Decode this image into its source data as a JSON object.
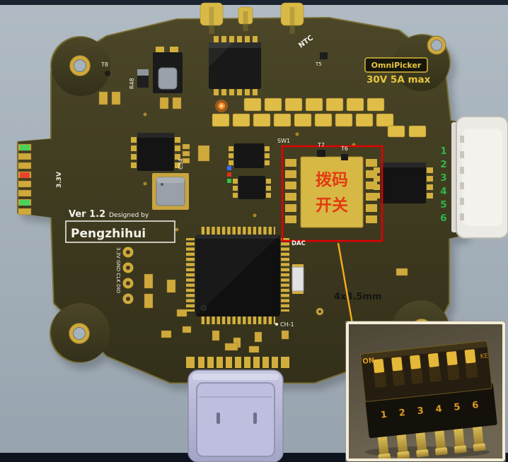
{
  "colors": {
    "board_olive": "#3e3a1f",
    "pad_gold": "#d2af3d",
    "annotation_red": "#e40000",
    "callout_yellow": "#f2a81c",
    "pin_number_green": "#2cb64c",
    "silkscreen_white": "#f2f2ea",
    "badge_yellow": "#e6c53e",
    "usb_lavender": "#b9b9d9"
  },
  "board": {
    "silkscreen": {
      "version": "Ver 1.2",
      "designed_by": "Designed by",
      "designer": "Pengzhihui",
      "rail_33v": "3.3V",
      "prog_pins": "3.3V GND CLK DIO",
      "labels": {
        "t8": "T8",
        "r48": "R48",
        "c54": "C54",
        "sw1": "SW1",
        "t7": "T7",
        "t6": "T6",
        "t5": "T5",
        "ntc": "NTC",
        "dac": "DAC",
        "ch1": "CH-1"
      }
    },
    "badge": {
      "brand": "OmniPicker",
      "rating": "30V 5A max"
    },
    "connector_pins": [
      "1",
      "2",
      "3",
      "4",
      "5",
      "6"
    ]
  },
  "annotations": {
    "dip_switch_line1": "拨码",
    "dip_switch_line2": "开关",
    "hole_note": "4x3.5mm"
  },
  "inset": {
    "on_label": "ON",
    "ke_label": "KE",
    "digits": [
      "1",
      "2",
      "3",
      "4",
      "5",
      "6"
    ]
  }
}
